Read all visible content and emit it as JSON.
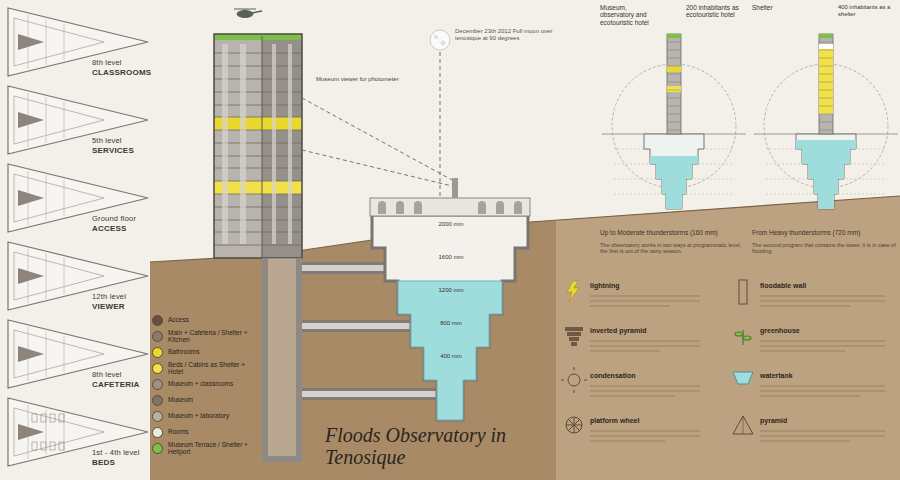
{
  "diagram": {
    "title": "Floods Observatory in Tenosique",
    "nodes": [
      {
        "text": [
          "8th level",
          "CLASSROOMS"
        ]
      },
      {
        "text": [
          "5th level",
          "SERVICES"
        ]
      },
      {
        "text": [
          "Ground floor",
          "ACCESS"
        ]
      },
      {
        "text": [
          "12th level",
          "VIEWER"
        ]
      },
      {
        "text": [
          "8th level",
          "CAFETERIA"
        ]
      },
      {
        "text": [
          "1st - 4th level",
          "BEDS"
        ]
      },
      {
        "text": [
          "Museum, observatory and ecotouristic hotel",
          "200 inhabitants as ecotouristic hotel"
        ]
      },
      {
        "text": [
          "Shelter",
          "400 inhabitants as a shelter"
        ]
      }
    ],
    "labels": [
      "December 23th 2012 Full moon over tenosique at 90 degrees",
      "Museum viewer for photometer",
      "2000 mm",
      "1600 mm",
      "1200 mm",
      "800 mm",
      "400 mm",
      "Up to Moderate thunderstorms (160 mm)",
      "The observatory works in two ways at programmatic level, the first is out of the rainy season.",
      "From Heavy thunderstorms (720 mm)",
      "The second program that contains the tower, it is in case of flooding.",
      "lightning",
      "inverted pyramid",
      "condensation",
      "platform wheel",
      "floodable wall",
      "greenhouse",
      "watertank",
      "pyramid"
    ],
    "legend": [
      {
        "text": "Access",
        "color": "#6b4e3a"
      },
      {
        "text": "Main + Cafeteria / Shelter + Kitchen",
        "color": "#8d7a6c"
      },
      {
        "text": "Bathrooms",
        "color": "#e8d830"
      },
      {
        "text": "Beds / Cabins as Shelter + Hotel",
        "color": "#f1e24a"
      },
      {
        "text": "Museum + classrooms",
        "color": "#9c9088"
      },
      {
        "text": "Museum",
        "color": "#7f746d"
      },
      {
        "text": "Museum + laboratory",
        "color": "#b8b0a8"
      },
      {
        "text": "Rooms",
        "color": "#ebe7e1"
      },
      {
        "text": "Museum Terrace / Shelter + Heliport",
        "color": "#7cc04a"
      }
    ]
  }
}
